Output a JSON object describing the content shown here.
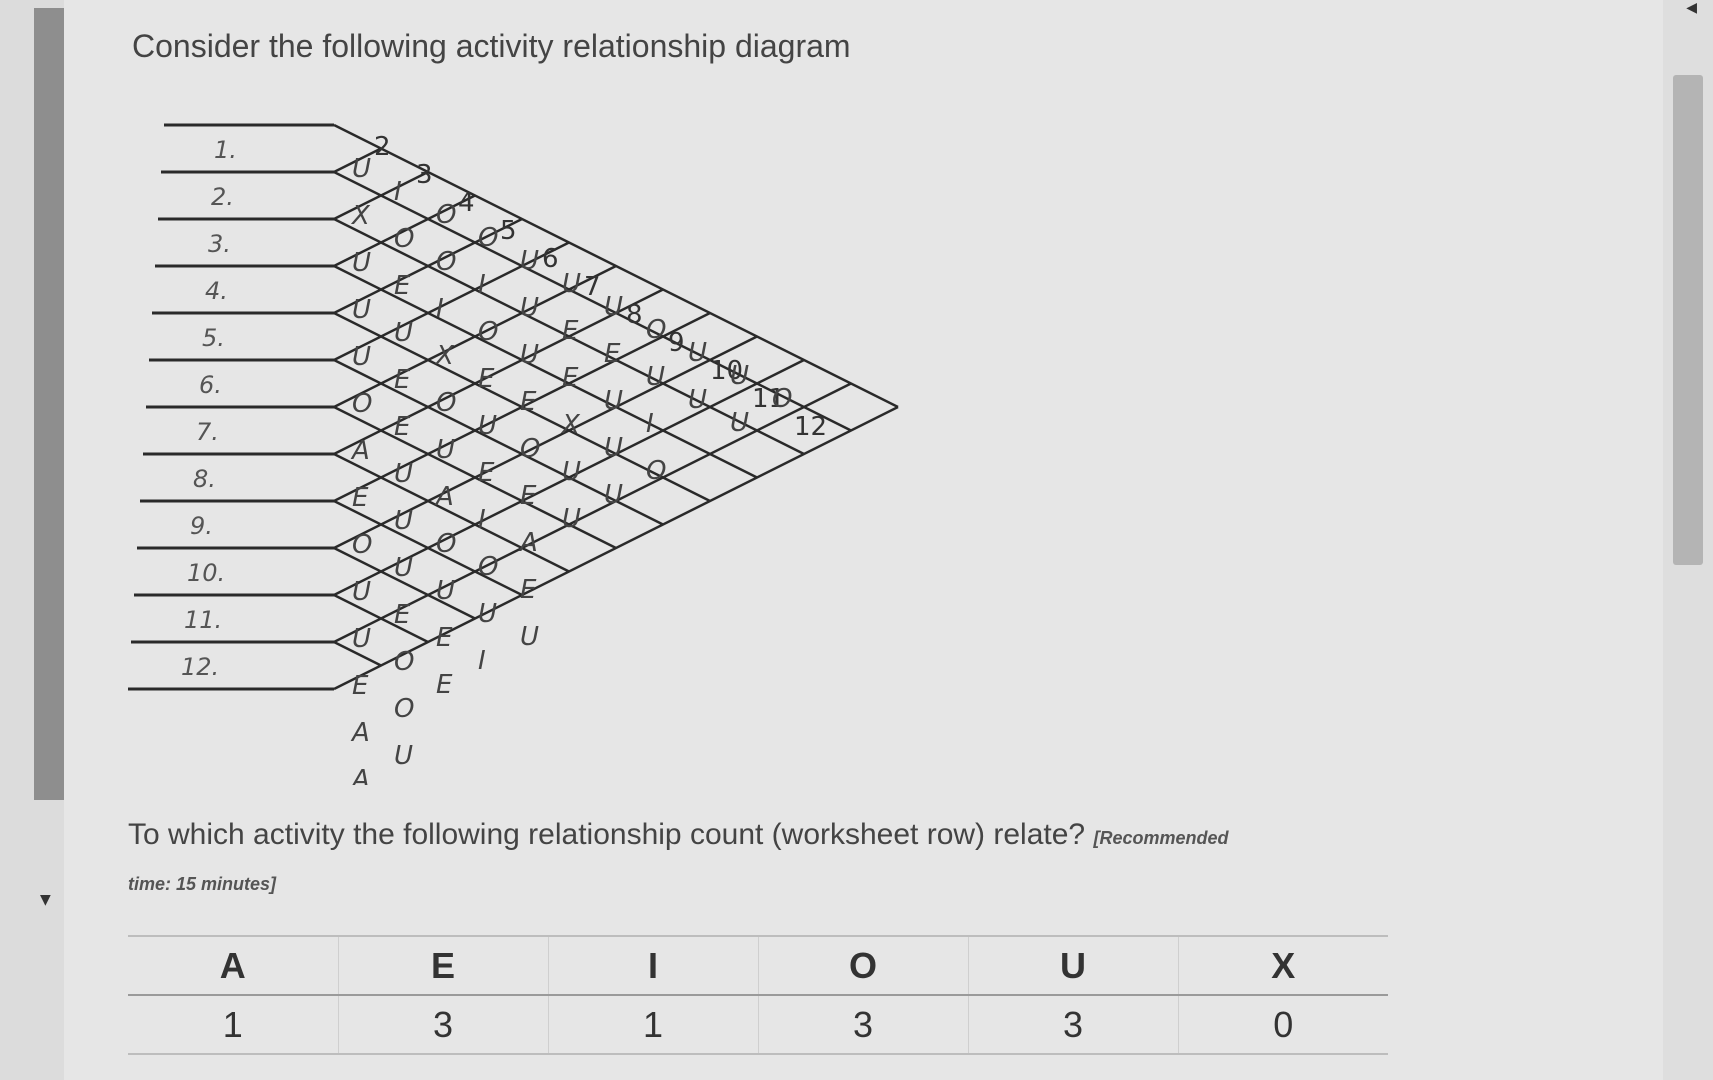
{
  "question": {
    "heading": "Consider the following activity relationship diagram",
    "prompt": "To which activity the following relationship count (worksheet row) relate?",
    "recommended_open": "[Recommended",
    "recommended_close": "time: 15 minutes]"
  },
  "diagram": {
    "activity_labels": [
      "1.",
      "2.",
      "3.",
      "4.",
      "5.",
      "6.",
      "7.",
      "8.",
      "9.",
      "10.",
      "11.",
      "12."
    ],
    "column_numbers": [
      "2",
      "3",
      "4",
      "5",
      "6",
      "7",
      "8",
      "9",
      "10",
      "11",
      "12"
    ],
    "relationships": [
      [
        "U",
        "I",
        "O",
        "O",
        "U",
        "U",
        "U",
        "O",
        "U",
        "U",
        "O"
      ],
      [
        "X",
        "O",
        "O",
        "I",
        "U",
        "E",
        "E",
        "U",
        "U",
        "U"
      ],
      [
        "U",
        "E",
        "I",
        "O",
        "U",
        "E",
        "U",
        "I"
      ],
      [
        "U",
        "U",
        "X",
        "E",
        "E",
        "X",
        "U",
        "O"
      ],
      [
        "U",
        "E",
        "O",
        "U",
        "O",
        "U",
        "U"
      ],
      [
        "O",
        "E",
        "U",
        "E",
        "E",
        "U"
      ],
      [
        "A",
        "U",
        "A",
        "I",
        "A"
      ],
      [
        "E",
        "U",
        "O",
        "O",
        "E"
      ],
      [
        "O",
        "U",
        "U",
        "U",
        "U"
      ],
      [
        "U",
        "E",
        "E",
        "I"
      ],
      [
        "U",
        "O",
        "E"
      ],
      [
        "E",
        "O"
      ],
      [
        "A",
        "U"
      ],
      [
        "A"
      ]
    ]
  },
  "count_table": {
    "headers": [
      "A",
      "E",
      "I",
      "O",
      "U",
      "X"
    ],
    "values": [
      "1",
      "3",
      "1",
      "3",
      "3",
      "0"
    ]
  }
}
